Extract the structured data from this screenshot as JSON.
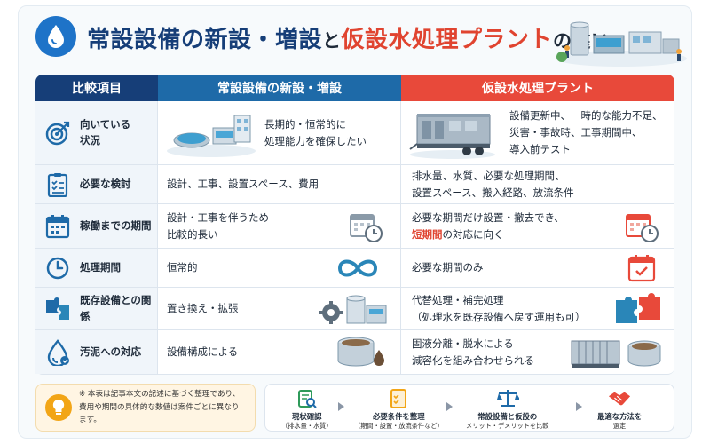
{
  "header": {
    "title_part1": "常設設備の新設・増設",
    "title_part2": "と",
    "title_part3": "仮設水処理プラント",
    "title_part4": "の違い",
    "icon": "water-drop-icon"
  },
  "table": {
    "headers": [
      "比較項目",
      "常設設備の新設・増設",
      "仮設水処理プラント"
    ],
    "rows": [
      {
        "item": "向いている\n状況",
        "icon": "target-icon",
        "permanent": "長期的・恒常的に\n処理能力を確保したい",
        "temporary": "設備更新中、一時的な能力不足、\n災害・事故時、工事期間中、\n導入前テスト"
      },
      {
        "item": "必要な検討",
        "icon": "checklist-icon",
        "permanent": "設計、工事、設置スペース、費用",
        "temporary": "排水量、水質、必要な処理期間、\n設置スペース、搬入経路、放流条件"
      },
      {
        "item": "稼働までの期間",
        "icon": "calendar-icon",
        "permanent": "設計・工事を伴うため\n比較的長い",
        "temporary_pre": "必要な期間だけ設置・撤去でき、",
        "temporary_highlight": "短期間",
        "temporary_post": "の対応に向く"
      },
      {
        "item": "処理期間",
        "icon": "clock-icon",
        "permanent": "恒常的",
        "temporary": "必要な期間のみ"
      },
      {
        "item": "既存設備との関係",
        "icon": "puzzle-icon",
        "permanent": "置き換え・拡張",
        "temporary": "代替処理・補完処理\n（処理水を既存設備へ戻す運用も可）"
      },
      {
        "item": "汚泥への対応",
        "icon": "sludge-drop-icon",
        "permanent": "設備構成による",
        "temporary": "固液分離・脱水による\n減容化を組み合わせられる"
      }
    ]
  },
  "note": {
    "text": "※ 本表は記事本文の記述に基づく整理であり、\n費用や期間の具体的な数値は案件ごとに異なります。"
  },
  "flow": {
    "steps": [
      {
        "line1": "現状確認",
        "line2": "（排水量・水質）",
        "icon": "clipboard-search-icon"
      },
      {
        "line1": "必要条件を整理",
        "line2": "（期間・設置・放流条件など）",
        "icon": "checklist-icon"
      },
      {
        "line1": "常設設備と仮設の",
        "line2": "メリット・デメリットを比較",
        "icon": "scale-icon"
      },
      {
        "line1": "最適な方法を",
        "line2": "選定",
        "icon": "handshake-icon"
      }
    ]
  },
  "colors": {
    "navy": "#163e78",
    "blue": "#1e6aa8",
    "red": "#e8493a",
    "teal": "#2a86b8"
  }
}
